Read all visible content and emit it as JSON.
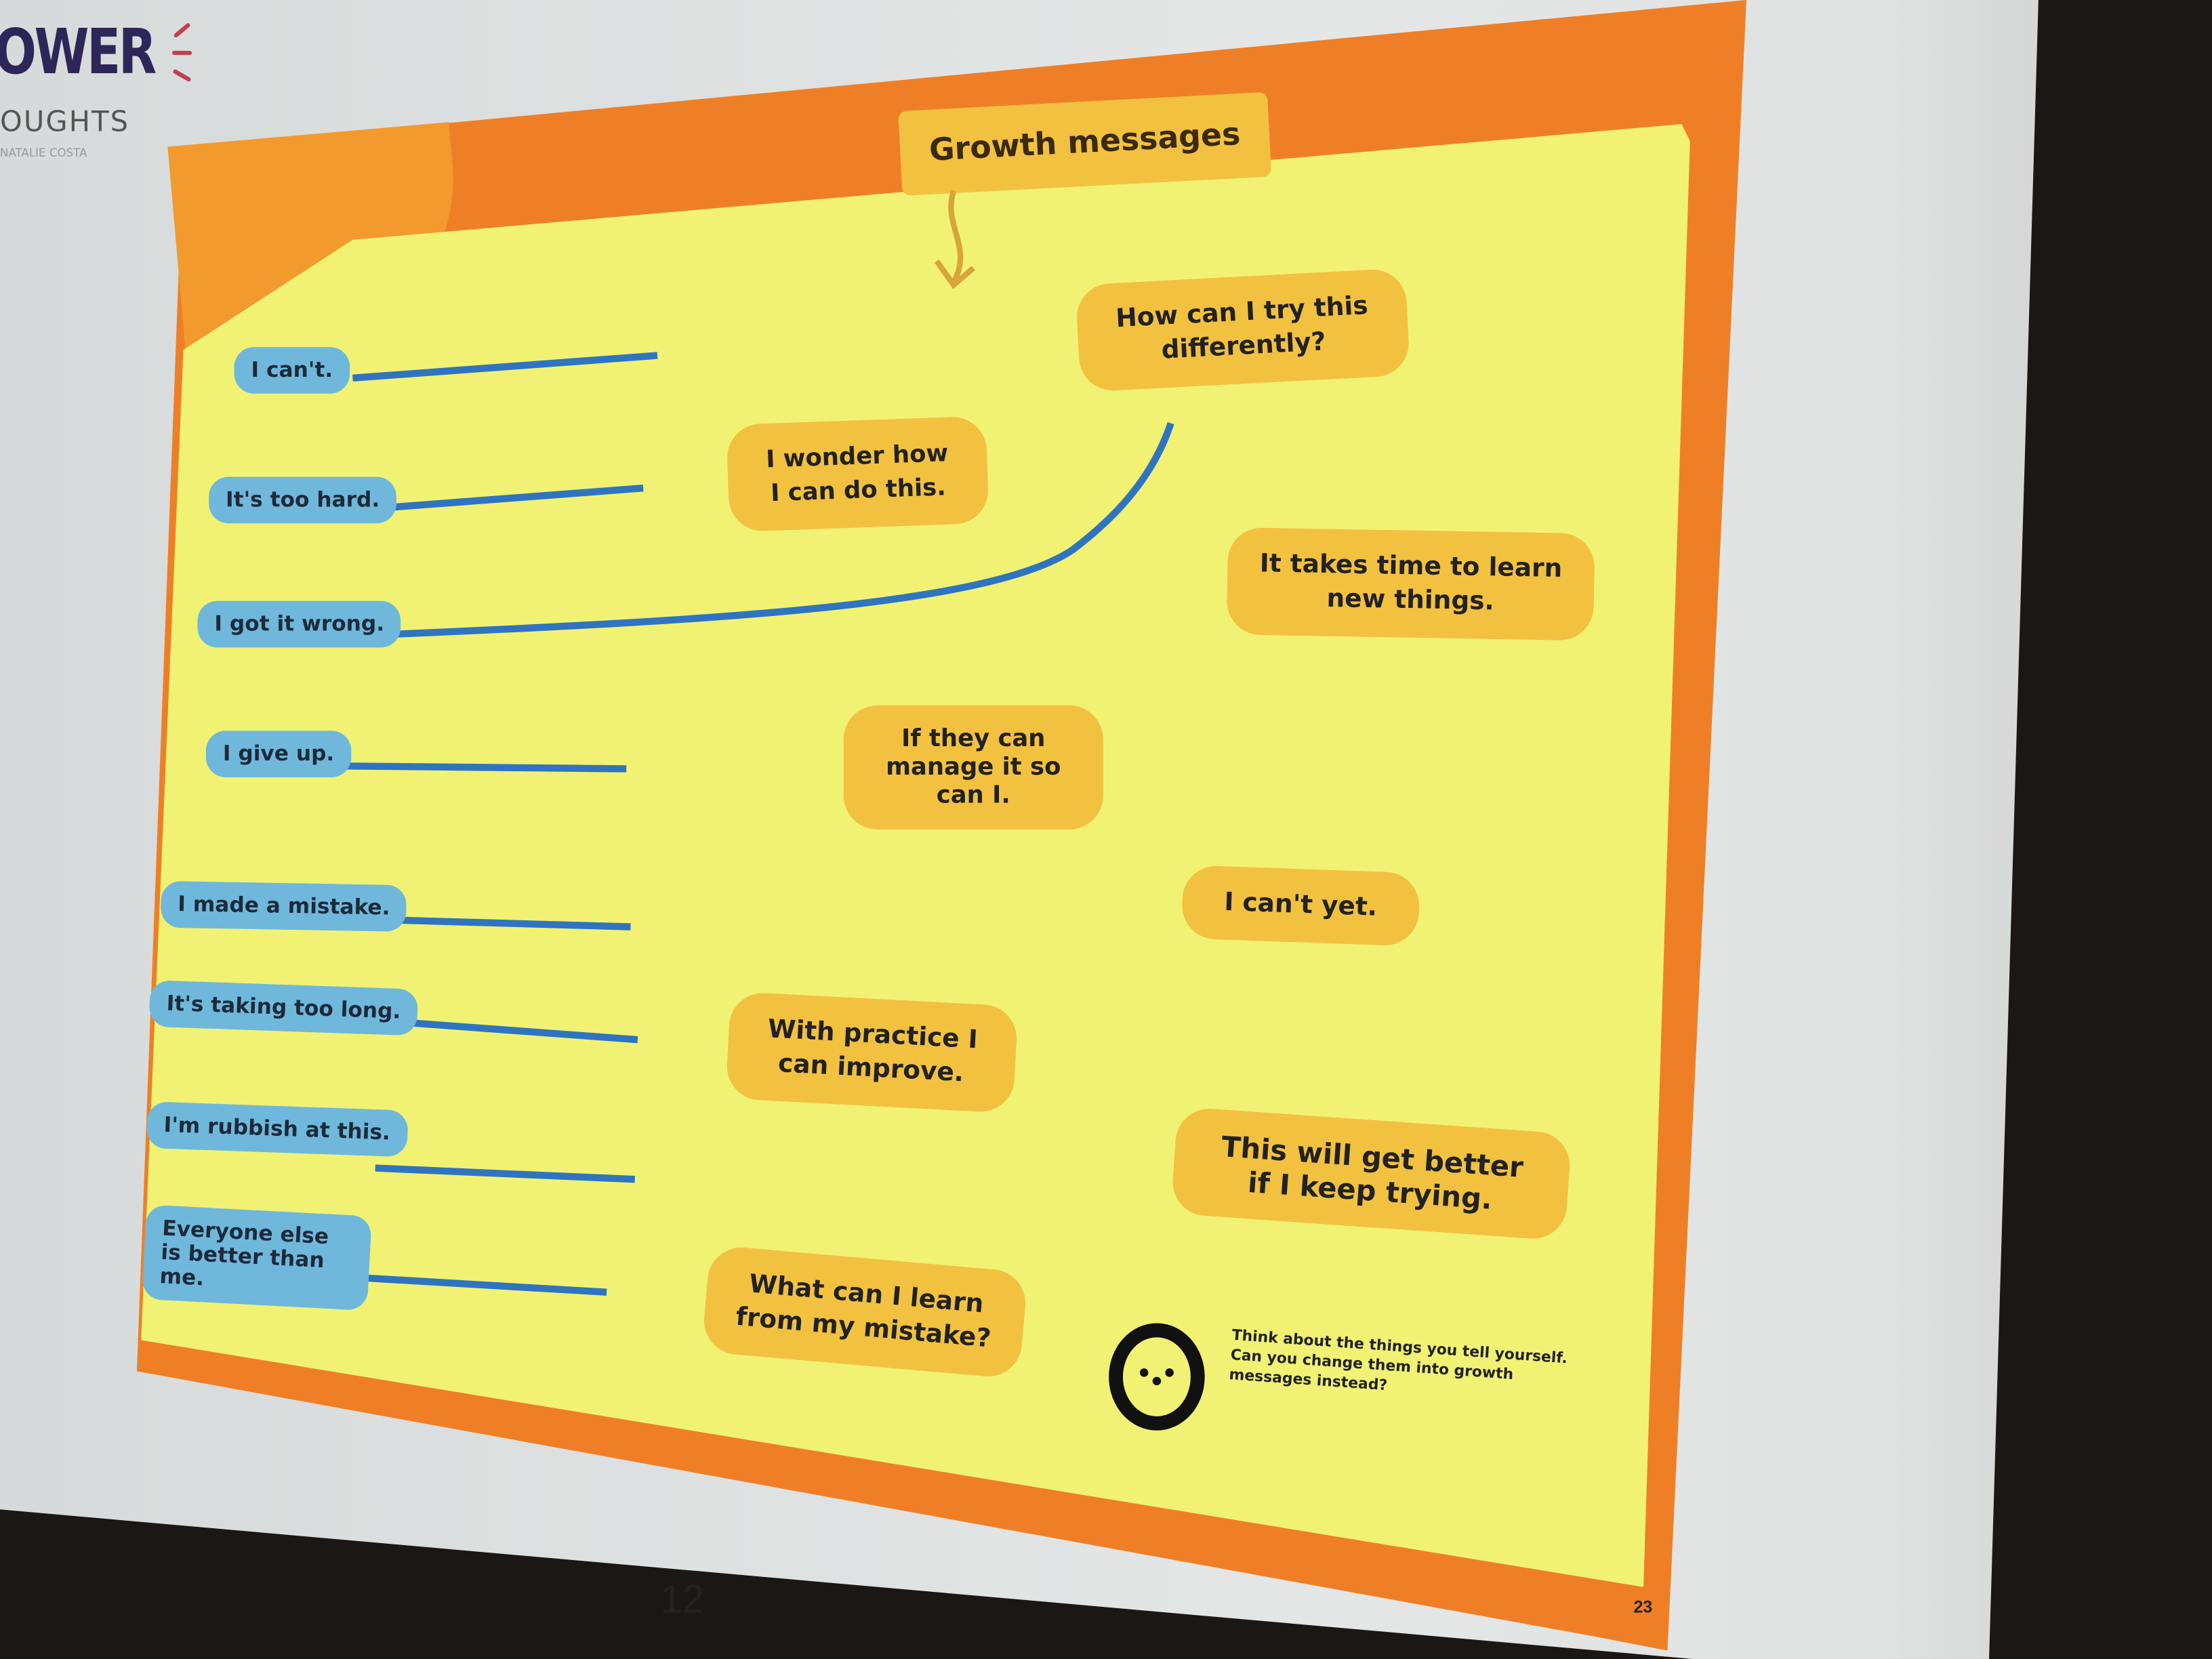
{
  "logo": {
    "word": "OWER",
    "subtitle": "OUGHTS",
    "author": "NATALIE COSTA"
  },
  "slide": {
    "title": "Growth messages",
    "fixed_messages": [
      "I can't.",
      "It's too hard.",
      "I got it wrong.",
      "I give up.",
      "I made a mistake.",
      "It's taking too long.",
      "I'm rubbish at this.",
      "Everyone else is better than me."
    ],
    "growth_messages": [
      "How can I try this differently?",
      "I wonder how I can do this.",
      "It takes time to learn new things.",
      "If they can manage it so can I.",
      "I can't yet.",
      "With practice I can improve.",
      "This will get better if I keep trying.",
      "What can I learn from my mistake?"
    ],
    "tip": "Think about the things you tell yourself. Can you change them into growth messages instead?",
    "page_number": "23"
  },
  "viewer": {
    "page_number": "12"
  },
  "colors": {
    "orange": "#ef7f27",
    "yellow": "#f1f274",
    "blue": "#6fb8dc",
    "bubble": "#f3c140",
    "line": "#2f74c0"
  }
}
